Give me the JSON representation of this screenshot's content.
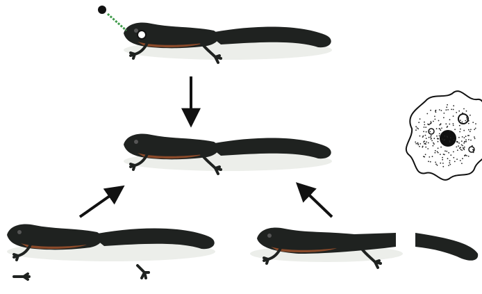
{
  "figure": {
    "panels": [
      {
        "name": "newt-being-injected",
        "icon": "newt-icon"
      },
      {
        "name": "newt-regenerated",
        "icon": "newt-icon"
      },
      {
        "name": "newt-with-severed-limbs",
        "icon": "newt-icon"
      },
      {
        "name": "newt-with-severed-tail",
        "icon": "newt-icon"
      },
      {
        "name": "cell",
        "icon": "cell-icon"
      }
    ],
    "arrows": [
      {
        "name": "arrow-down",
        "from": "newt-being-injected",
        "to": "newt-regenerated"
      },
      {
        "name": "arrow-left-up",
        "from": "newt-with-severed-limbs",
        "to": "newt-regenerated"
      },
      {
        "name": "arrow-right-up",
        "from": "newt-with-severed-tail",
        "to": "newt-regenerated"
      }
    ],
    "colors": {
      "body": "#1f2220",
      "belly": "#8a4a2a",
      "shadow": "#eceeea",
      "arrow": "#111111",
      "cell_fill": "#ffffff",
      "cell_dots": "#222222",
      "needle": "#3f9a4a"
    }
  }
}
